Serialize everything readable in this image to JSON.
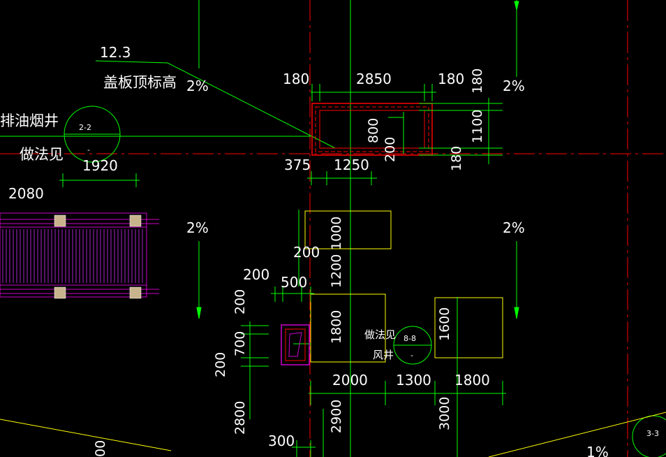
{
  "drawing": {
    "elevation_value": "12.3",
    "elevation_note": "盖板顶标高",
    "detail_ref_left_line1": "排油烟井",
    "detail_ref_left_line2": "做法见",
    "detail_ref_left_tag": "2-2",
    "detail_ref_left_sub": "-",
    "detail_ref_mid_line1": "做法见",
    "detail_ref_mid_line2": "风井",
    "detail_ref_mid_tag": "8-8",
    "detail_ref_mid_sub": "-",
    "detail_ref_right_tag": "3-3",
    "slopes": [
      "2%",
      "2%",
      "2%",
      "2%",
      "1%"
    ],
    "dimensions": {
      "d180a": "180",
      "d2850": "2850",
      "d180b": "180",
      "d180c": "180",
      "d800": "800",
      "d200a": "200",
      "d1100": "1100",
      "d180d": "180",
      "d375": "375",
      "d1250": "1250",
      "d1920": "1920",
      "d2080": "2080",
      "d1000": "1000",
      "d200b": "200",
      "d1200": "1200",
      "d200c": "200",
      "d500": "500",
      "d200d": "200",
      "d700": "700",
      "d200e": "200",
      "d1800a": "1800",
      "d1600": "1600",
      "d2000": "2000",
      "d1300": "1300",
      "d1800b": "1800",
      "d2800": "2800",
      "d2900": "2900",
      "d3000": "3000",
      "d300": "300",
      "d00": "00"
    }
  },
  "colors": {
    "background": "#000000",
    "dimension_line": "#00ff00",
    "axis_line": "#ff0000",
    "outline_yellow": "#ffff00",
    "equipment": "#cc00cc",
    "text": "#ffffff"
  }
}
